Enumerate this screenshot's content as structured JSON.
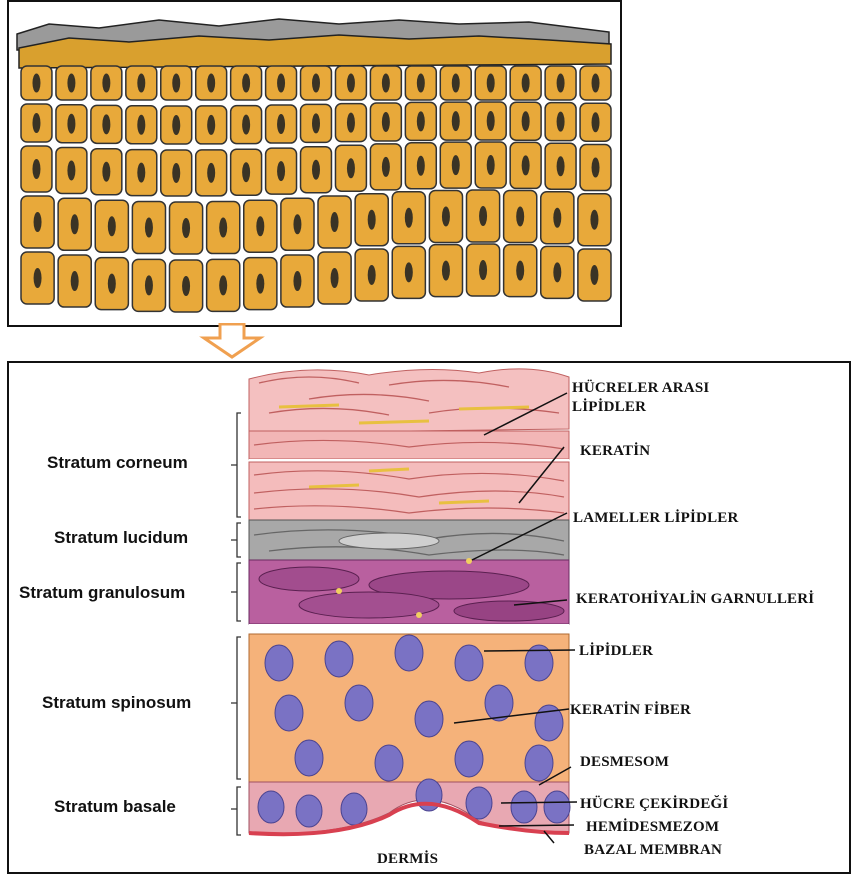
{
  "layers": [
    {
      "name": "Stratum corneum"
    },
    {
      "name": "Stratum lucidum"
    },
    {
      "name": "Stratum granulosum"
    },
    {
      "name": "Stratum spinosum"
    },
    {
      "name": "Stratum basale"
    }
  ],
  "callouts": {
    "hucreler_arasi_1": "HÜCRELER ARASI",
    "hucreler_arasi_2": "LİPİDLER",
    "keratin": "KERATİN",
    "lameller": "LAMELLER LİPİDLER",
    "keratohiyalin": "KERATOHİYALİN GARNULLERİ",
    "lipidler": "LİPİDLER",
    "keratin_fiber": "KERATİN FİBER",
    "desmesom": "DESMESOM",
    "hucre_cekirdegi": "HÜCRE ÇEKİRDEĞİ",
    "hemidesmezom": "HEMİDESMEZOM",
    "bazal_membran": "BAZAL MEMBRAN"
  },
  "bottom_label": "DERMİS",
  "colors": {
    "cell_yellow": "#e8a93a",
    "nucleus": "#3a3325",
    "corneum_pink": "#f2b5b5",
    "lucidum_gray": "#a9a9a9",
    "granulosum_purple": "#b05a9c",
    "spinosum_orange": "#f6b47c",
    "basale_pink": "#e6a4ae",
    "cell_nucleus_blue": "#7a72c4",
    "arrow_orange": "#f0a050"
  }
}
